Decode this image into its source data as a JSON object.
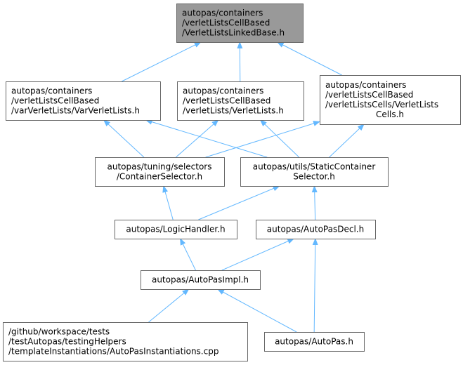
{
  "graph": {
    "nodes": [
      {
        "id": "root",
        "lines": [
          "autopas/containers",
          "/verletListsCellBased",
          "/VerletListsLinkedBase.h"
        ],
        "highlight": true
      },
      {
        "id": "var-verlet",
        "lines": [
          "autopas/containers",
          "/verletListsCellBased",
          "/varVerletLists/VarVerletLists.h"
        ]
      },
      {
        "id": "verlet-lists",
        "lines": [
          "autopas/containers",
          "/verletListsCellBased",
          "/verletLists/VerletLists.h"
        ]
      },
      {
        "id": "verlet-cells",
        "lines": [
          "autopas/containers",
          "/verletListsCellBased",
          "/verletListsCells/VerletLists",
          "Cells.h"
        ]
      },
      {
        "id": "container-selector",
        "lines": [
          "autopas/tuning/selectors",
          "/ContainerSelector.h"
        ]
      },
      {
        "id": "static-selector",
        "lines": [
          "autopas/utils/StaticContainer",
          "Selector.h"
        ]
      },
      {
        "id": "logic-handler",
        "lines": [
          "autopas/LogicHandler.h"
        ]
      },
      {
        "id": "autopas-decl",
        "lines": [
          "autopas/AutoPasDecl.h"
        ]
      },
      {
        "id": "autopas-impl",
        "lines": [
          "autopas/AutoPasImpl.h"
        ]
      },
      {
        "id": "instantiations",
        "lines": [
          "/github/workspace/tests",
          "/testAutopas/testingHelpers",
          "/templateInstantiations/AutoPasInstantiations.cpp"
        ]
      },
      {
        "id": "autopas-h",
        "lines": [
          "autopas/AutoPas.h"
        ]
      }
    ],
    "edges": [
      {
        "from": "var-verlet",
        "to": "root"
      },
      {
        "from": "verlet-lists",
        "to": "root"
      },
      {
        "from": "verlet-cells",
        "to": "root"
      },
      {
        "from": "container-selector",
        "to": "var-verlet"
      },
      {
        "from": "static-selector",
        "to": "var-verlet"
      },
      {
        "from": "container-selector",
        "to": "verlet-lists"
      },
      {
        "from": "static-selector",
        "to": "verlet-lists"
      },
      {
        "from": "container-selector",
        "to": "verlet-cells"
      },
      {
        "from": "static-selector",
        "to": "verlet-cells"
      },
      {
        "from": "logic-handler",
        "to": "container-selector"
      },
      {
        "from": "logic-handler",
        "to": "static-selector"
      },
      {
        "from": "autopas-decl",
        "to": "static-selector"
      },
      {
        "from": "autopas-impl",
        "to": "logic-handler"
      },
      {
        "from": "autopas-impl",
        "to": "autopas-decl"
      },
      {
        "from": "autopas-h",
        "to": "autopas-decl"
      },
      {
        "from": "instantiations",
        "to": "autopas-impl"
      },
      {
        "from": "autopas-h",
        "to": "autopas-impl"
      }
    ],
    "colors": {
      "edge": "#63B8FF",
      "node_border": "#666666",
      "node_fill": "#ffffff",
      "highlight_fill": "#999999",
      "text": "#000000"
    }
  }
}
